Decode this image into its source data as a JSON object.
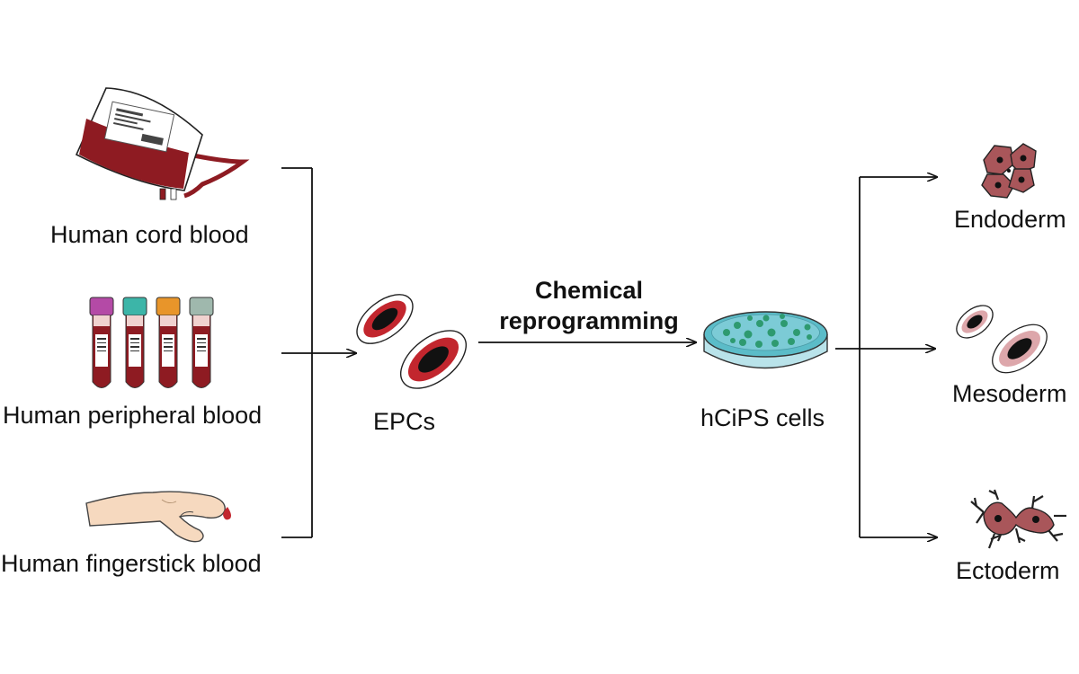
{
  "sources": {
    "cord": "Human cord blood",
    "peripheral": "Human peripheral blood",
    "fingerstick": "Human fingerstick blood"
  },
  "epc_label": "EPCs",
  "process": {
    "line1": "Chemical",
    "line2": "reprogramming"
  },
  "hcips_label": "hCiPS cells",
  "lineages": {
    "endoderm": "Endoderm",
    "mesoderm": "Mesoderm",
    "ectoderm": "Ectoderm"
  },
  "colors": {
    "blood": "#8e1b22",
    "cell_red": "#c2262e",
    "tissue": "#a9565a",
    "dish": "#5bbcc8",
    "colony": "#2e9a70",
    "cap_magenta": "#b44aa6",
    "cap_teal": "#3cb5a8",
    "cap_orange": "#e8952a",
    "cap_gray": "#9fb8ad",
    "skin": "#f6d9bf"
  },
  "icons": {
    "cord": "blood-bag-icon",
    "peripheral": "blood-tubes-icon",
    "fingerstick": "finger-prick-icon",
    "epc": "red-blood-cell-icon",
    "hcips": "petri-dish-icon",
    "endoderm": "endoderm-cells-icon",
    "mesoderm": "mesoderm-cells-icon",
    "ectoderm": "neuron-cells-icon"
  }
}
